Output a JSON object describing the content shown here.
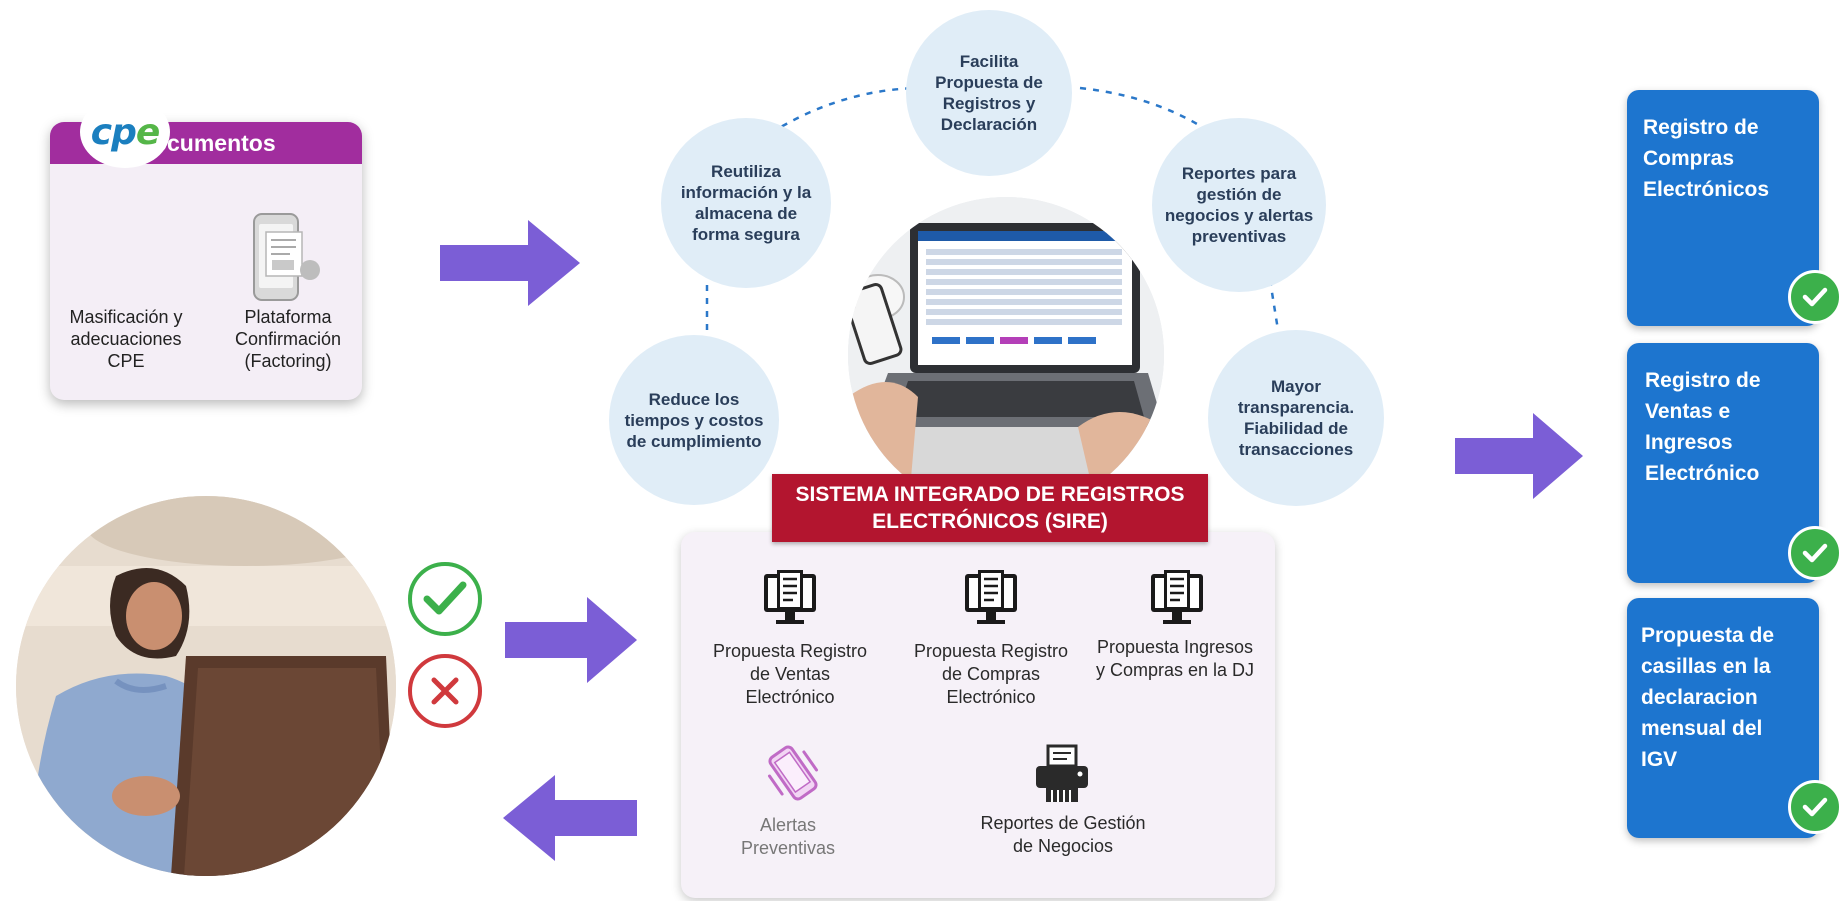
{
  "documents": {
    "title": "Documentos",
    "cpe_logo_text": "cpe",
    "items": [
      {
        "label": "Masificación y adecuaciones CPE",
        "icon": "cpe-logo-icon"
      },
      {
        "label": "Plataforma Confirmación (Factoring)",
        "icon": "invoice-phone-icon"
      }
    ]
  },
  "bubbles": [
    {
      "text": "Facilita Propuesta de Registros y Declaración"
    },
    {
      "text": "Reutiliza información y la almacena de forma segura"
    },
    {
      "text": "Reportes para gestión de negocios y alertas preventivas"
    },
    {
      "text": "Reduce los tiempos y costos de cumplimiento"
    },
    {
      "text": "Mayor transparencia. Fiabilidad de transacciones"
    }
  ],
  "sire": {
    "title": "SISTEMA INTEGRADO DE REGISTROS ELECTRÓNICOS (SIRE)",
    "items": [
      {
        "label": "Propuesta Registro de Ventas Electrónico",
        "icon": "monitor-document-icon"
      },
      {
        "label": "Propuesta Registro de Compras Electrónico",
        "icon": "monitor-document-icon"
      },
      {
        "label": "Propuesta Ingresos y Compras en la DJ",
        "icon": "monitor-document-icon"
      },
      {
        "label": "Alertas Preventivas",
        "icon": "vibrating-phone-icon"
      },
      {
        "label": "Reportes de Gestión de Negocios",
        "icon": "printer-icon"
      }
    ]
  },
  "outputs": [
    {
      "label": "Registro de Compras Electrónicos",
      "status_icon": "check-icon"
    },
    {
      "label": "Registro de Ventas e Ingresos Electrónico",
      "status_icon": "check-icon"
    },
    {
      "label": "Propuesta de casillas en la declaracion mensual del IGV",
      "status_icon": "check-icon"
    }
  ],
  "validation_icons": [
    "check-circle-icon",
    "cross-circle-icon"
  ],
  "colors": {
    "documents_header": "#a12d9e",
    "sire_banner": "#b3152f",
    "arrow": "#7b5ed6",
    "output_card": "#1d75cf",
    "check": "#3cb04b",
    "cross": "#d0393d",
    "bubble": "#e0edf7"
  }
}
